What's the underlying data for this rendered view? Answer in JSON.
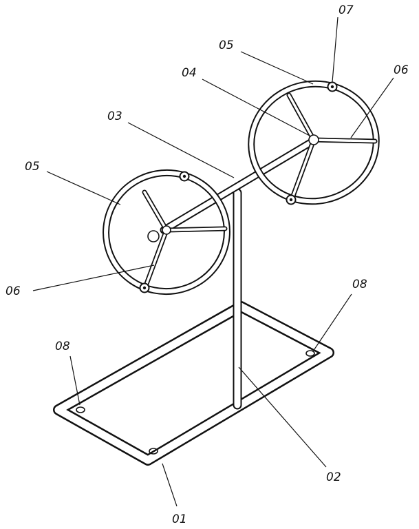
{
  "figure": {
    "labels": {
      "base_frame": "01",
      "vertical_post": "02",
      "crossbar": "03",
      "hub": "04",
      "wheel_left": "05",
      "wheel_right": "05",
      "spoke_left": "06",
      "spoke_right": "06",
      "knob": "07",
      "foot_left": "08",
      "foot_right": "08"
    },
    "colors": {
      "ink": "#111111",
      "paper": "#ffffff"
    }
  }
}
